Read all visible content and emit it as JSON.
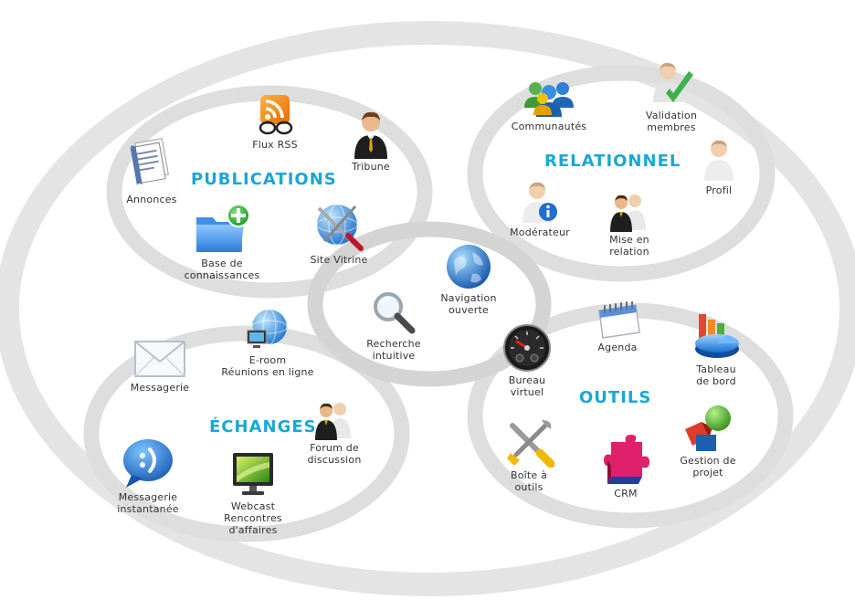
{
  "colors": {
    "accent": "#1aa7d6",
    "ring": "#dcdcdc",
    "label": "#333333"
  },
  "groups": {
    "publications": {
      "title": "PUBLICATIONS",
      "items": {
        "flux_rss": {
          "label": "Flux RSS",
          "icon": "rss-icon"
        },
        "tribune": {
          "label": "Tribune",
          "icon": "businessman-icon"
        },
        "annonces": {
          "label": "Annonces",
          "icon": "documents-icon"
        },
        "base": {
          "label": "Base de\nconnaissances",
          "icon": "folder-add-icon"
        },
        "site": {
          "label": "Site Vitrine",
          "icon": "globe-tools-icon"
        }
      }
    },
    "relationnel": {
      "title": "RELATIONNEL",
      "items": {
        "communautes": {
          "label": "Communautés",
          "icon": "users-group-icon"
        },
        "validation": {
          "label": "Validation\nmembres",
          "icon": "user-check-icon"
        },
        "profil": {
          "label": "Profil",
          "icon": "user-icon"
        },
        "moderateur": {
          "label": "Modérateur",
          "icon": "user-info-icon"
        },
        "mise": {
          "label": "Mise en\nrelation",
          "icon": "two-users-icon"
        }
      }
    },
    "center": {
      "items": {
        "navigation": {
          "label": "Navigation\nouverte",
          "icon": "globe-icon"
        },
        "recherche": {
          "label": "Recherche\nintuitive",
          "icon": "magnifier-icon"
        }
      }
    },
    "echanges": {
      "title": "ÉCHANGES",
      "items": {
        "eroom": {
          "label": "E-room\nRéunions en ligne",
          "icon": "network-globe-icon"
        },
        "messagerie": {
          "label": "Messagerie",
          "icon": "envelope-icon"
        },
        "forum": {
          "label": "Forum de\ndiscussion",
          "icon": "two-users-icon"
        },
        "instant": {
          "label": "Messagerie\ninstantanée",
          "icon": "chat-bubble-icon"
        },
        "webcast": {
          "label": "Webcast\nRencontres\nd'affaires",
          "icon": "monitor-icon"
        }
      }
    },
    "outils": {
      "title": "OUTILS",
      "items": {
        "agenda": {
          "label": "Agenda",
          "icon": "calendar-icon"
        },
        "bureau": {
          "label": "Bureau\nvirtuel",
          "icon": "dashboard-gauge-icon"
        },
        "tableau": {
          "label": "Tableau\nde bord",
          "icon": "chart-icon"
        },
        "boite": {
          "label": "Boîte à\noutils",
          "icon": "tools-icon"
        },
        "crm": {
          "label": "CRM",
          "icon": "puzzle-icon"
        },
        "gestion": {
          "label": "Gestion de\nprojet",
          "icon": "shapes-icon"
        }
      }
    }
  }
}
